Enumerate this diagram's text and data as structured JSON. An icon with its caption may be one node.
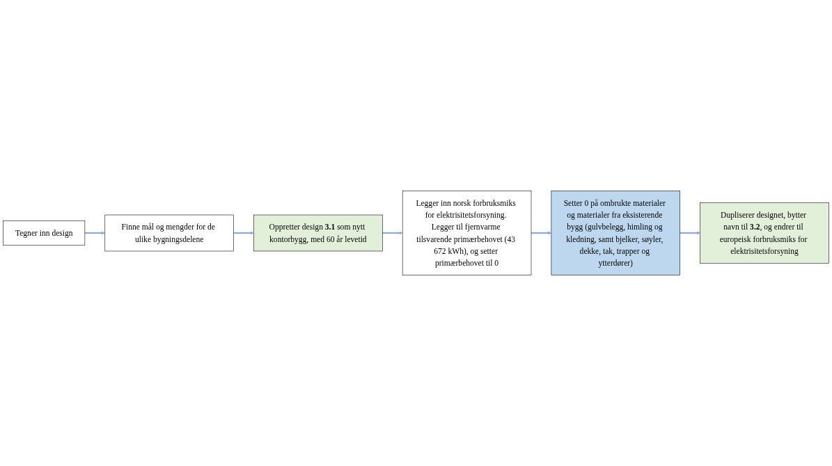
{
  "diagram": {
    "nodes": [
      {
        "text": [
          "Tegner inn design"
        ]
      },
      {
        "text": [
          "Finne mål og mengder for de ulike bygningsdelene"
        ]
      },
      {
        "text": [
          "Oppretter design **3.1** som nytt kontorbygg, med 60 år levetid"
        ]
      },
      {
        "text": [
          "Legger inn norsk forbruksmiks for elektrisitetsforsyning. Legger til fjernvarme tilsvarende primærbehovet (43 672 kWh), og setter primærbehovet til 0"
        ]
      },
      {
        "text": [
          "Setter 0 på ombrukte materialer og materialer fra eksisterende bygg (gulvbelegg, himling og kledning, samt bjelker, søyler, dekke, tak, trapper og ytterdører)"
        ]
      },
      {
        "text": [
          "Dupliserer designet, bytter navn til **3.2**, og endrer til europeisk forbruksmiks for elektrisitetsforsyning"
        ]
      }
    ],
    "edges": [
      {
        "from": 0,
        "to": 1,
        "arrow": "to"
      },
      {
        "from": 1,
        "to": 2,
        "arrow": "to"
      },
      {
        "from": 2,
        "to": 3,
        "arrow": "to"
      },
      {
        "from": 3,
        "to": 4,
        "arrow": "to"
      },
      {
        "from": 4,
        "to": 5,
        "arrow": "to"
      }
    ]
  }
}
